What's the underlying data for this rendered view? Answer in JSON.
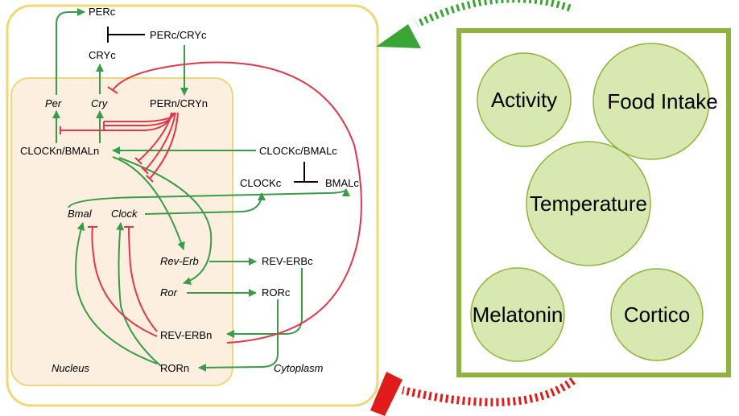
{
  "colors": {
    "cell_border": "#ecd878",
    "nucleus_fill": "#fcefdf",
    "activation": "#3a9c4a",
    "inhibition": "#e0374a",
    "factor_box": "#8fb33c",
    "factor_circle": "#d7e8b0"
  },
  "compartments": {
    "nucleus": "Nucleus",
    "cytoplasm": "Cytoplasm"
  },
  "nodes": {
    "perc": "PERc",
    "perc_cryc": "PERc/CRYc",
    "cryc": "CRYc",
    "per": "Per",
    "cry": "Cry",
    "pern_cryn": "PERn/CRYn",
    "clockn_bmaln": "CLOCKn/BMALn",
    "clockc_bmalc": "CLOCKc/BMALc",
    "clockc": "CLOCKc",
    "bmalc": "BMALc",
    "bmal": "Bmal",
    "clock": "Clock",
    "rev_erb": "Rev-Erb",
    "rev_erbc": "REV-ERBc",
    "ror": "Ror",
    "rorc": "RORc",
    "rev_erbn": "REV-ERBn",
    "rorn": "RORn"
  },
  "factors": {
    "activity": "Activity",
    "food_intake": "Food Intake",
    "temperature": "Temperature",
    "melatonin": "Melatonin",
    "cortico": "Cortico"
  }
}
